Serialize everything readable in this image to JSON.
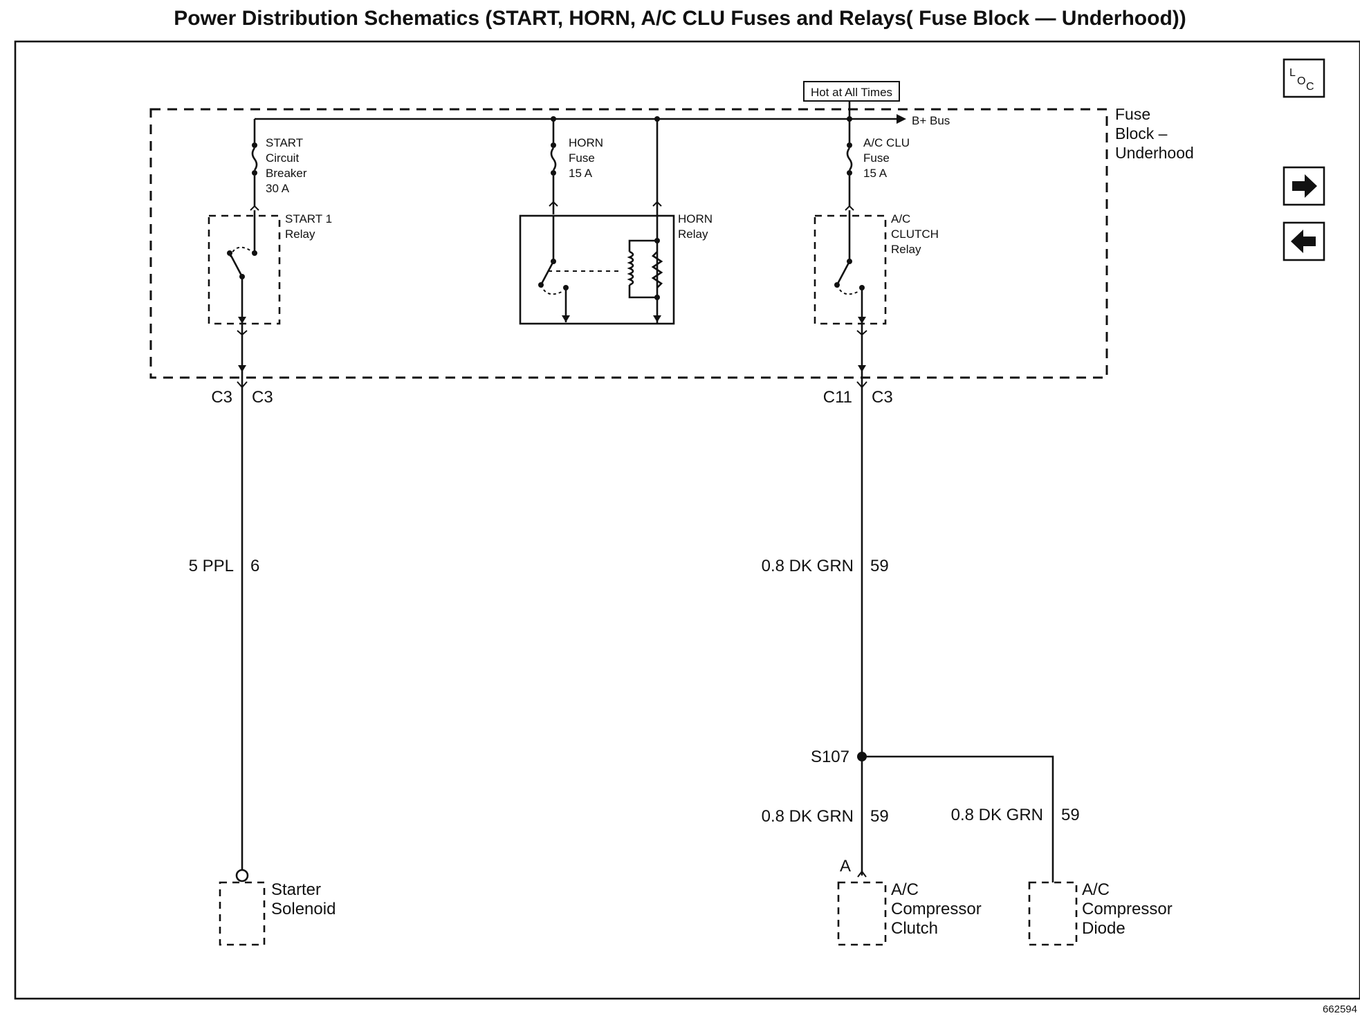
{
  "title": "Power Distribution Schematics (START, HORN, A/C CLU Fuses and Relays( Fuse Block — Underhood))",
  "figure_number": "662594",
  "hot_label": "Hot at All Times",
  "bus_label": "B+ Bus",
  "fuse_block": {
    "l1": "Fuse",
    "l2": "Block –",
    "l3": "Underhood"
  },
  "start_cb": {
    "l1": "START",
    "l2": "Circuit",
    "l3": "Breaker",
    "l4": "30 A"
  },
  "horn_fuse": {
    "l1": "HORN",
    "l2": "Fuse",
    "l3": "15 A"
  },
  "ac_fuse": {
    "l1": "A/C CLU",
    "l2": "Fuse",
    "l3": "15 A"
  },
  "start_relay": {
    "l1": "START 1",
    "l2": "Relay"
  },
  "horn_relay": {
    "l1": "HORN",
    "l2": "Relay"
  },
  "ac_relay": {
    "l1": "A/C",
    "l2": "CLUTCH",
    "l3": "Relay"
  },
  "connectors": {
    "start_left": "C3",
    "start_right": "C3",
    "ac_left": "C11",
    "ac_right": "C3"
  },
  "wires": {
    "start_color": "5 PPL",
    "start_circuit": "6",
    "ac_color": "0.8 DK GRN",
    "ac_circuit": "59",
    "clutch_color": "0.8 DK GRN",
    "clutch_circuit": "59",
    "diode_color": "0.8 DK GRN",
    "diode_circuit": "59"
  },
  "splice": "S107",
  "pin_a": "A",
  "starter": {
    "l1": "Starter",
    "l2": "Solenoid"
  },
  "clutch": {
    "l1": "A/C",
    "l2": "Compressor",
    "l3": "Clutch"
  },
  "diode": {
    "l1": "A/C",
    "l2": "Compressor",
    "l3": "Diode"
  },
  "nav": {
    "loc_top": "L",
    "loc_o": "O",
    "loc_c": "C",
    "forward_icon": "arrow-right-icon",
    "back_icon": "arrow-left-icon"
  }
}
